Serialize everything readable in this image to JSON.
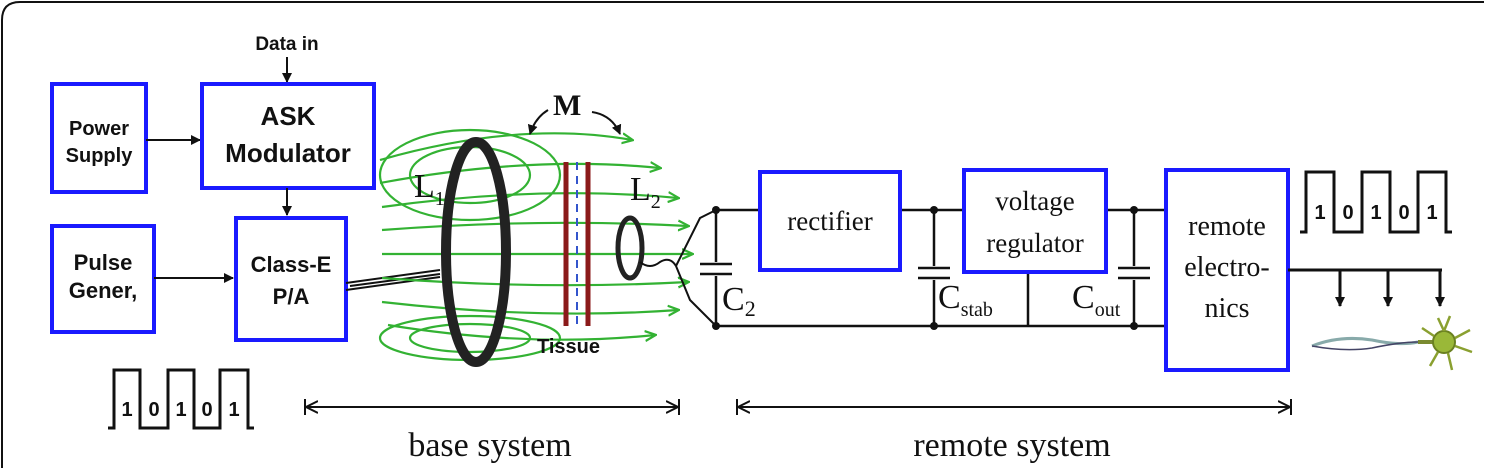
{
  "colors": {
    "box_border": "#1a1aff",
    "field_lines": "#33b233",
    "tissue": "#8b1a1a",
    "wire": "#111111"
  },
  "labels": {
    "data_in": "Data in",
    "power_supply": [
      "Power",
      "Supply"
    ],
    "ask_modulator": [
      "ASK",
      "Modulator"
    ],
    "pulse_gener": [
      "Pulse",
      "Gener,"
    ],
    "class_e": [
      "Class-E",
      "P/A"
    ],
    "mutual": "M",
    "coil1": "L",
    "coil1_sub": "1",
    "coil2": "L",
    "coil2_sub": "2",
    "tissue": "Tissue",
    "rectifier": "rectifier",
    "voltage_regulator": [
      "voltage",
      "regulator"
    ],
    "remote_electronics": [
      "remote",
      "electro-",
      "nics"
    ],
    "c2": "C",
    "c2_sub": "2",
    "cstab": "C",
    "cstab_sub": "stab",
    "cout": "C",
    "cout_sub": "out",
    "base_system": "base system",
    "remote_system": "remote system"
  },
  "bit_patterns": {
    "input": [
      "1",
      "0",
      "1",
      "0",
      "1"
    ],
    "output": [
      "1",
      "0",
      "1",
      "0",
      "1"
    ]
  },
  "icons": {
    "neuron": "neuron-icon"
  }
}
